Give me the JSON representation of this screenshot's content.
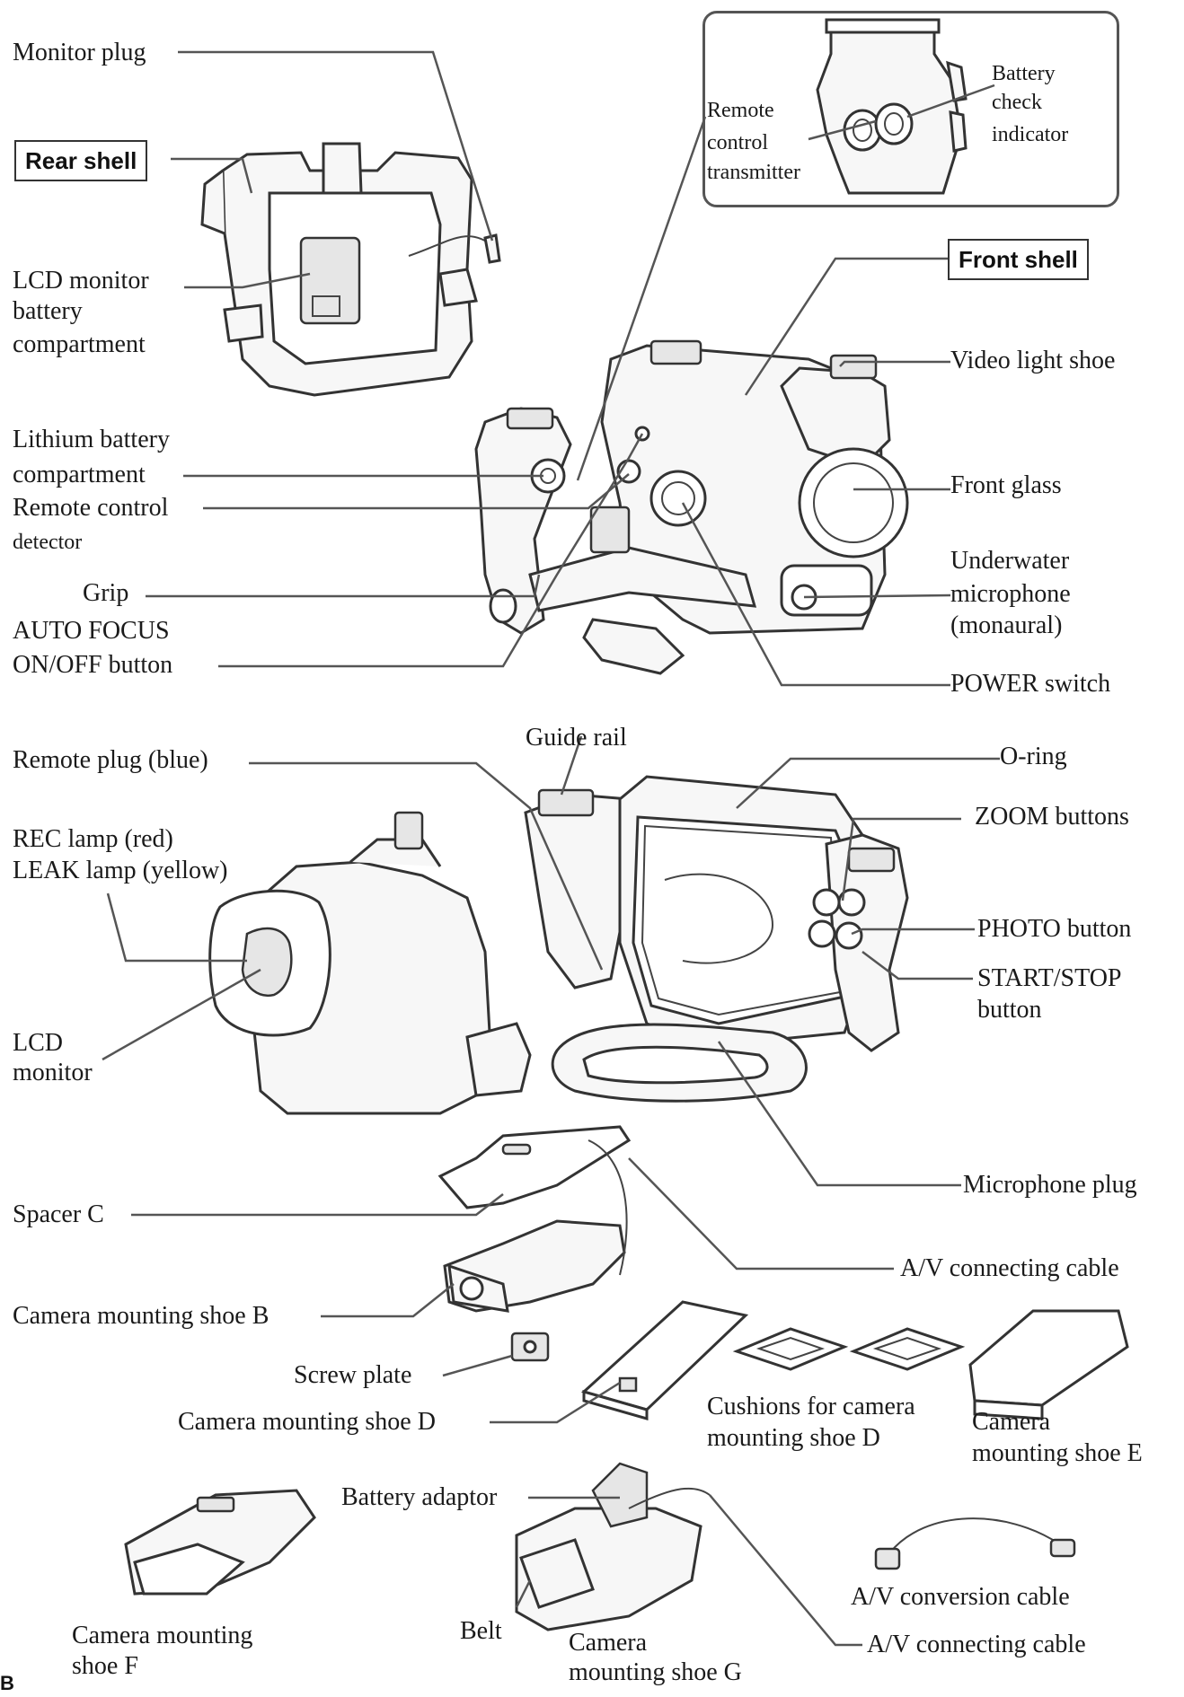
{
  "labels": {
    "monitor_plug": "Monitor plug",
    "rear_shell": "Rear shell",
    "lcd_battery_1": "LCD monitor",
    "lcd_battery_2": "battery",
    "lcd_battery_3": "compartment",
    "lithium_1": "Lithium battery",
    "lithium_2": "compartment",
    "remote_detector_1": "Remote control",
    "remote_detector_2": "detector",
    "grip": "Grip",
    "autofocus_1": "AUTO FOCUS",
    "autofocus_2": "ON/OFF button",
    "remote_tx_1": "Remote",
    "remote_tx_2": "control",
    "remote_tx_3": "transmitter",
    "battery_check_1": "Battery",
    "battery_check_2": "check",
    "battery_check_3": "indicator",
    "front_shell": "Front shell",
    "video_light_shoe": "Video light shoe",
    "front_glass": "Front glass",
    "underwater_mic_1": "Underwater",
    "underwater_mic_2": "microphone",
    "underwater_mic_3": "(monaural)",
    "power_switch": "POWER switch",
    "remote_plug": "Remote plug (blue)",
    "guide_rail": "Guide rail",
    "o_ring": "O-ring",
    "zoom_buttons": "ZOOM buttons",
    "rec_lamp": "REC lamp (red)",
    "leak_lamp": "LEAK lamp (yellow)",
    "photo_button": "PHOTO button",
    "start_stop_1": "START/STOP",
    "start_stop_2": "button",
    "lcd_monitor_1": "LCD",
    "lcd_monitor_2": "monitor",
    "microphone_plug": "Microphone plug",
    "spacer_c": "Spacer C",
    "av_cable_top": "A/V connecting cable",
    "shoe_b": "Camera mounting shoe B",
    "screw_plate": "Screw plate",
    "shoe_d": "Camera mounting shoe D",
    "cushions_1": "Cushions for camera",
    "cushions_2": "mounting shoe D",
    "shoe_e_1": "Camera",
    "shoe_e_2": "mounting shoe E",
    "battery_adaptor": "Battery adaptor",
    "av_conversion": "A/V conversion cable",
    "shoe_f_1": "Camera mounting",
    "shoe_f_2": "shoe F",
    "belt": "Belt",
    "shoe_g_1": "Camera",
    "shoe_g_2": "mounting shoe G",
    "av_cable_bottom": "A/V connecting cable",
    "page_mark": "B"
  }
}
